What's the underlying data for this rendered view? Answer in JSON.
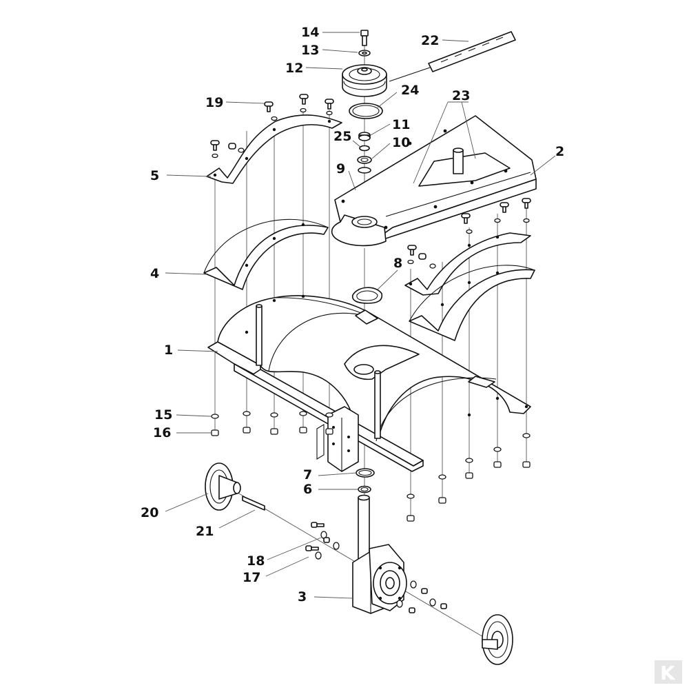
{
  "diagram": {
    "labels": [
      {
        "id": "lbl-14",
        "text": "14"
      },
      {
        "id": "lbl-13",
        "text": "13"
      },
      {
        "id": "lbl-12",
        "text": "12"
      },
      {
        "id": "lbl-22",
        "text": "22"
      },
      {
        "id": "lbl-24",
        "text": "24"
      },
      {
        "id": "lbl-23",
        "text": "23"
      },
      {
        "id": "lbl-19",
        "text": "19"
      },
      {
        "id": "lbl-11",
        "text": "11"
      },
      {
        "id": "lbl-25",
        "text": "25"
      },
      {
        "id": "lbl-10",
        "text": "10"
      },
      {
        "id": "lbl-9",
        "text": "9"
      },
      {
        "id": "lbl-2",
        "text": "2"
      },
      {
        "id": "lbl-5",
        "text": "5"
      },
      {
        "id": "lbl-4",
        "text": "4"
      },
      {
        "id": "lbl-8",
        "text": "8"
      },
      {
        "id": "lbl-1",
        "text": "1"
      },
      {
        "id": "lbl-15",
        "text": "15"
      },
      {
        "id": "lbl-16",
        "text": "16"
      },
      {
        "id": "lbl-7",
        "text": "7"
      },
      {
        "id": "lbl-6",
        "text": "6"
      },
      {
        "id": "lbl-20",
        "text": "20"
      },
      {
        "id": "lbl-21",
        "text": "21"
      },
      {
        "id": "lbl-18",
        "text": "18"
      },
      {
        "id": "lbl-17",
        "text": "17"
      },
      {
        "id": "lbl-3",
        "text": "3"
      }
    ],
    "logo_text": "K"
  }
}
